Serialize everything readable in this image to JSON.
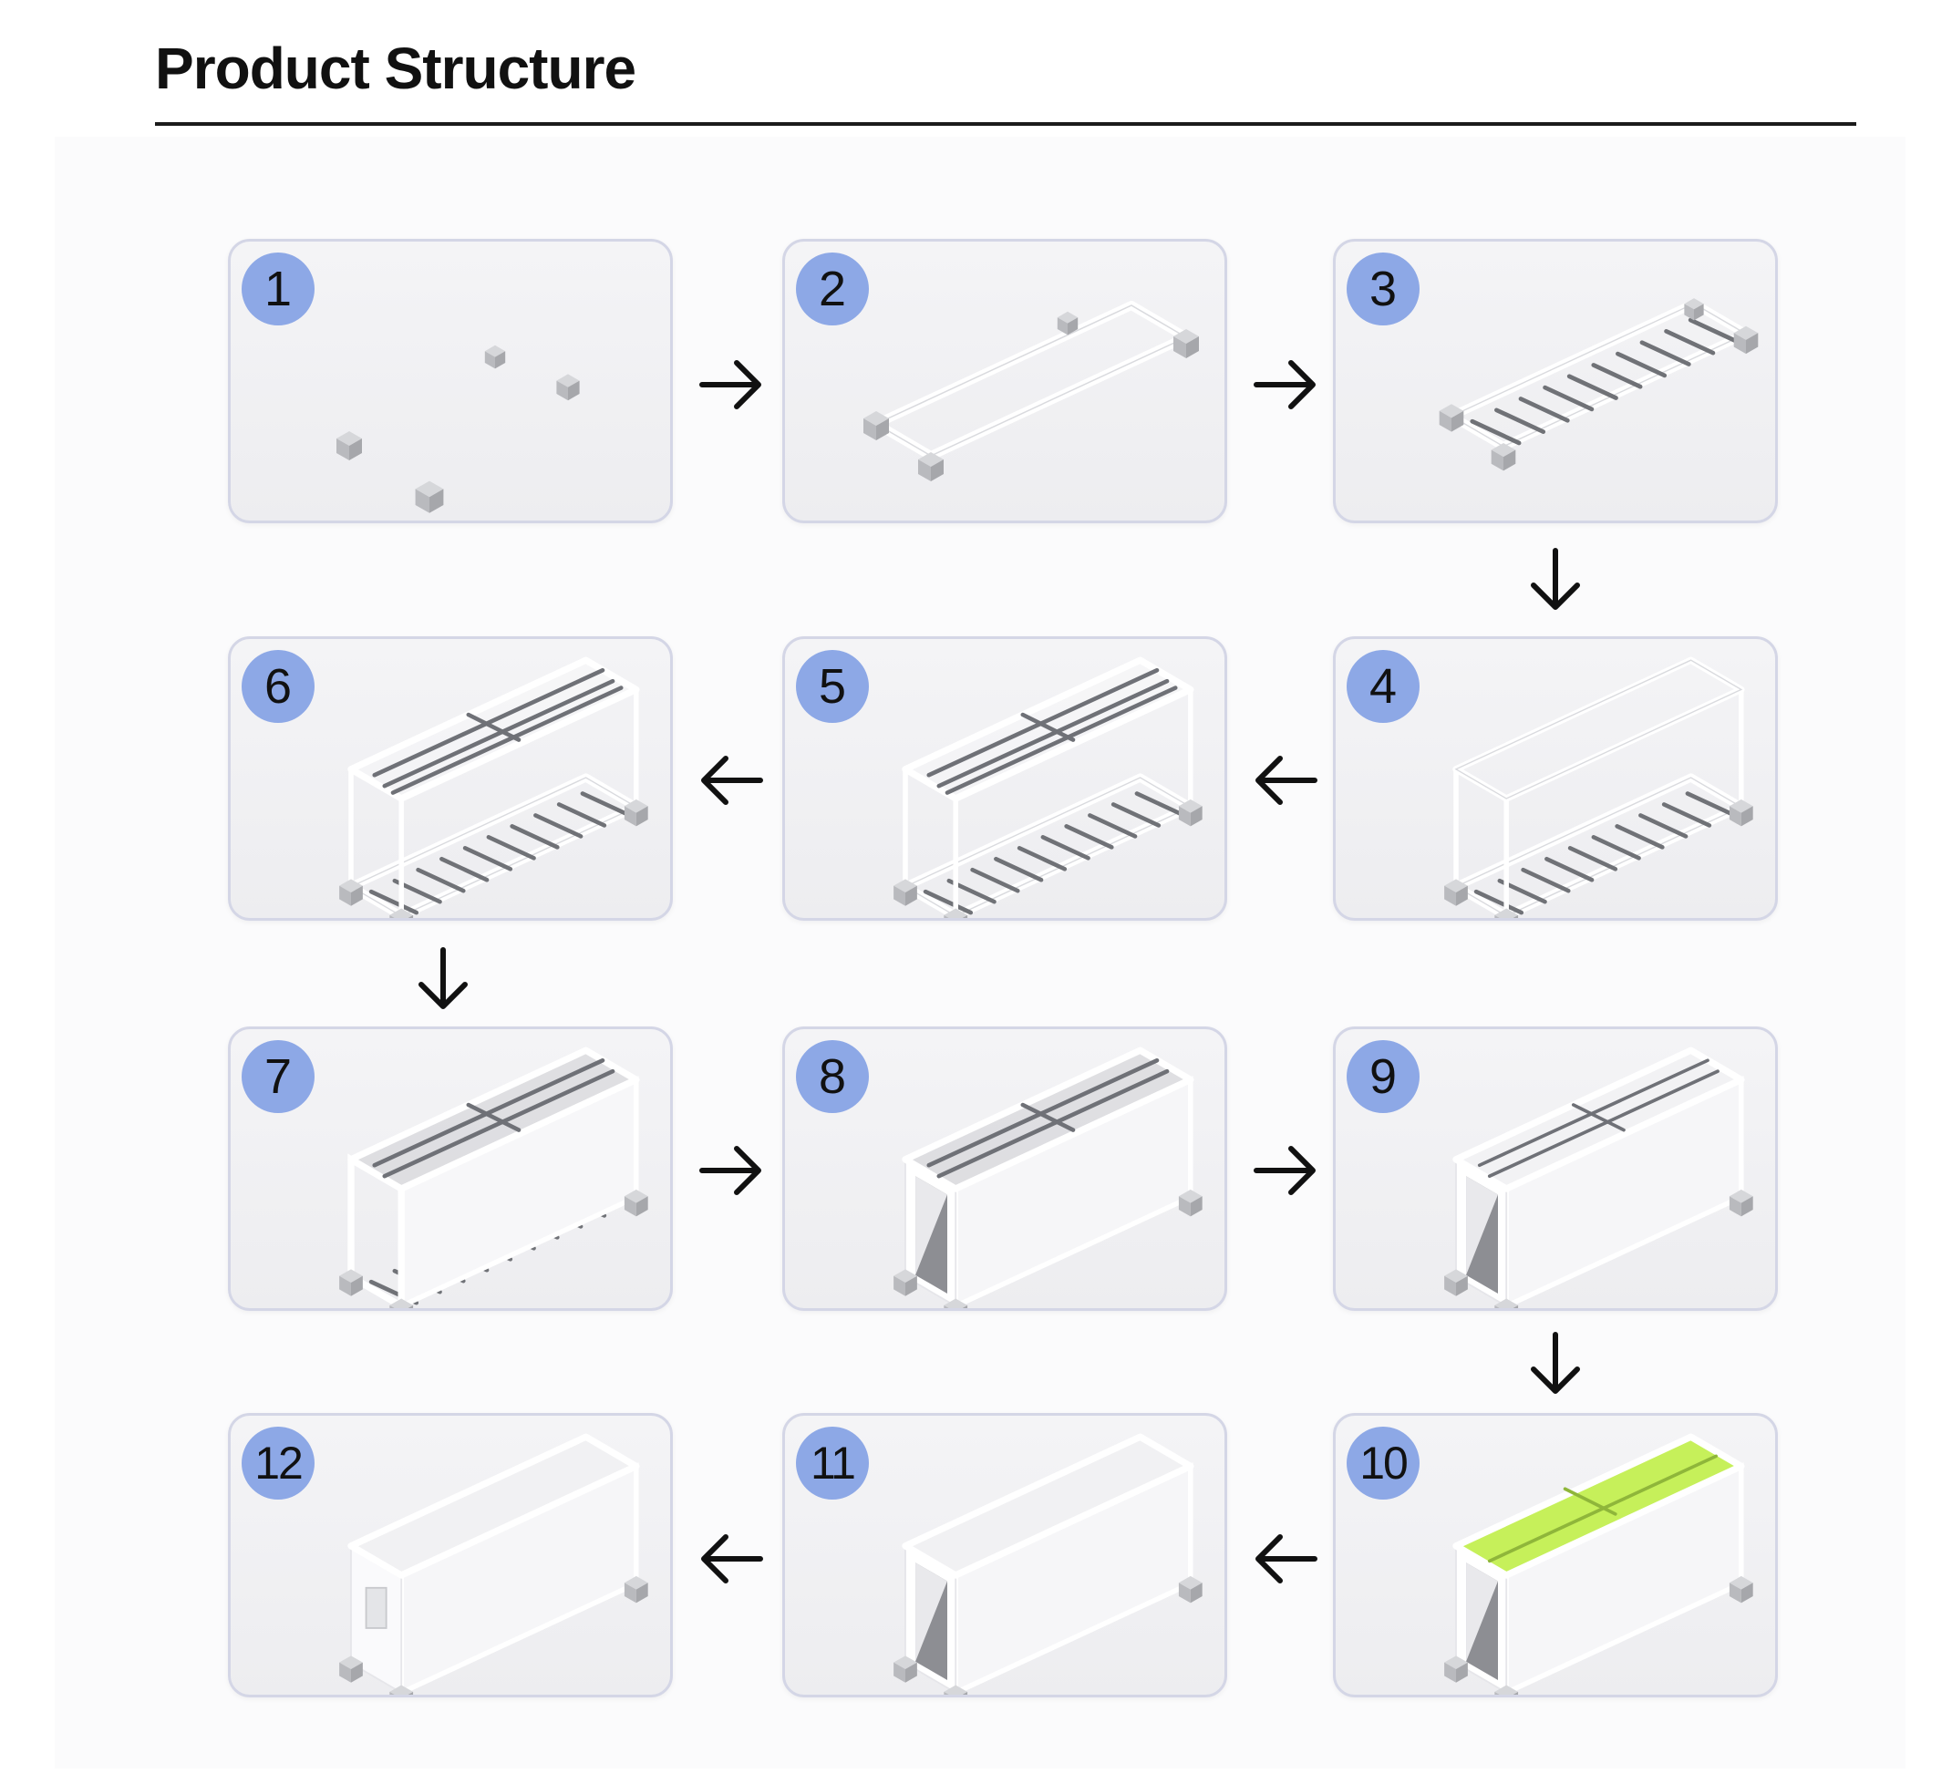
{
  "title": "Product Structure",
  "colors": {
    "badge": "#8da8e6",
    "frame": "#ffffff",
    "slat": "#6f7177",
    "roof_highlight": "#c6f05a",
    "card_border": "#d4d6e6",
    "arrow": "#111111"
  },
  "steps": [
    {
      "number": "1"
    },
    {
      "number": "2"
    },
    {
      "number": "3"
    },
    {
      "number": "4"
    },
    {
      "number": "5"
    },
    {
      "number": "6"
    },
    {
      "number": "7"
    },
    {
      "number": "8"
    },
    {
      "number": "9"
    },
    {
      "number": "10"
    },
    {
      "number": "11"
    },
    {
      "number": "12"
    }
  ],
  "arrows": [
    {
      "from": "1",
      "to": "2",
      "direction": "right"
    },
    {
      "from": "2",
      "to": "3",
      "direction": "right"
    },
    {
      "from": "3",
      "to": "4",
      "direction": "down"
    },
    {
      "from": "4",
      "to": "5",
      "direction": "left"
    },
    {
      "from": "5",
      "to": "6",
      "direction": "left"
    },
    {
      "from": "6",
      "to": "7",
      "direction": "down"
    },
    {
      "from": "7",
      "to": "8",
      "direction": "right"
    },
    {
      "from": "8",
      "to": "9",
      "direction": "right"
    },
    {
      "from": "9",
      "to": "10",
      "direction": "down"
    },
    {
      "from": "10",
      "to": "11",
      "direction": "left"
    },
    {
      "from": "11",
      "to": "12",
      "direction": "left"
    }
  ]
}
